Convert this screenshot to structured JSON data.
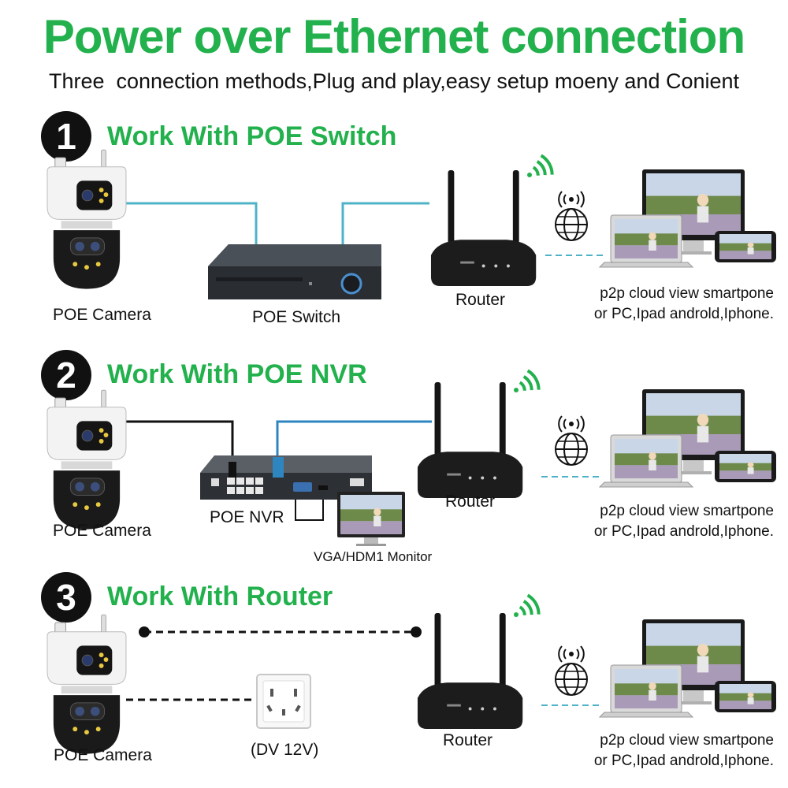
{
  "header": {
    "title": "Power over Ethernet connection",
    "subtitle": "Three  connection methods,Plug and play,easy setup moeny and Conient"
  },
  "sections": [
    {
      "number": "1",
      "title": "Work With POE Switch",
      "camera_label": "POE Camera",
      "device_label": "POE Switch",
      "router_label": "Router",
      "cloud_line1": "p2p cloud view smartpone",
      "cloud_line2": "or PC,Ipad androld,Iphone."
    },
    {
      "number": "2",
      "title": "Work With POE NVR",
      "camera_label": "POE Camera",
      "device_label": "POE NVR",
      "monitor_label": "VGA/HDM1 Monitor",
      "router_label": "Router",
      "cloud_line1": "p2p cloud view smartpone",
      "cloud_line2": "or PC,Ipad androld,Iphone."
    },
    {
      "number": "3",
      "title": "Work With Router",
      "camera_label": "POE Camera",
      "device_label": "(DV 12V)",
      "router_label": "Router",
      "cloud_line1": "p2p cloud view smartpone",
      "cloud_line2": "or PC,Ipad androld,Iphone."
    }
  ],
  "colors": {
    "accent_green": "#22b14c",
    "cable_blue": "#2e86c1",
    "cable_teal": "#4fb3c8",
    "device_black": "#111111"
  },
  "icons": [
    "camera-icon",
    "poe-switch-icon",
    "router-icon",
    "wifi-signal-icon",
    "globe-icon",
    "devices-icon",
    "nvr-icon",
    "monitor-icon",
    "power-outlet-icon"
  ]
}
